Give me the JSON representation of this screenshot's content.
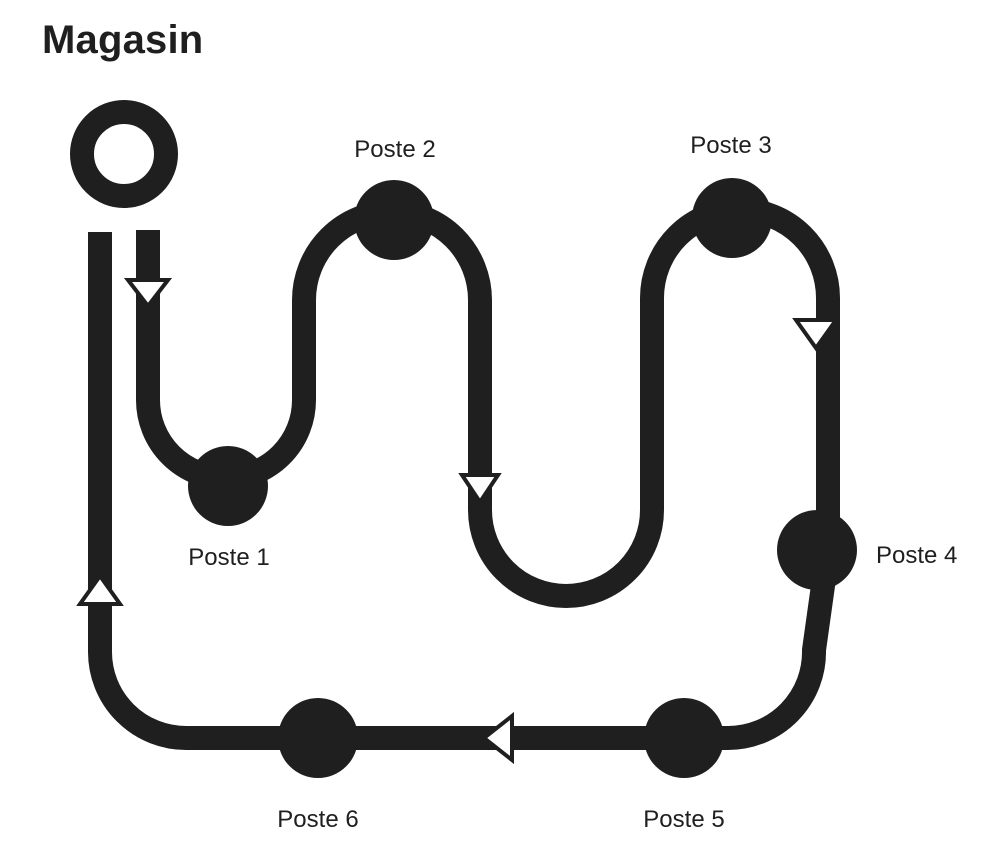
{
  "title": "Magasin",
  "colors": {
    "line": "#1f1f1f",
    "arrow_fill": "#ffffff",
    "background": "#ffffff"
  },
  "stations": [
    {
      "id": "poste-1",
      "label": "Poste 1"
    },
    {
      "id": "poste-2",
      "label": "Poste 2"
    },
    {
      "id": "poste-3",
      "label": "Poste 3"
    },
    {
      "id": "poste-4",
      "label": "Poste 4"
    },
    {
      "id": "poste-5",
      "label": "Poste 5"
    },
    {
      "id": "poste-6",
      "label": "Poste 6"
    }
  ],
  "start_marker": "ring-icon",
  "flow_direction_icon": "triangle-arrow-icon"
}
